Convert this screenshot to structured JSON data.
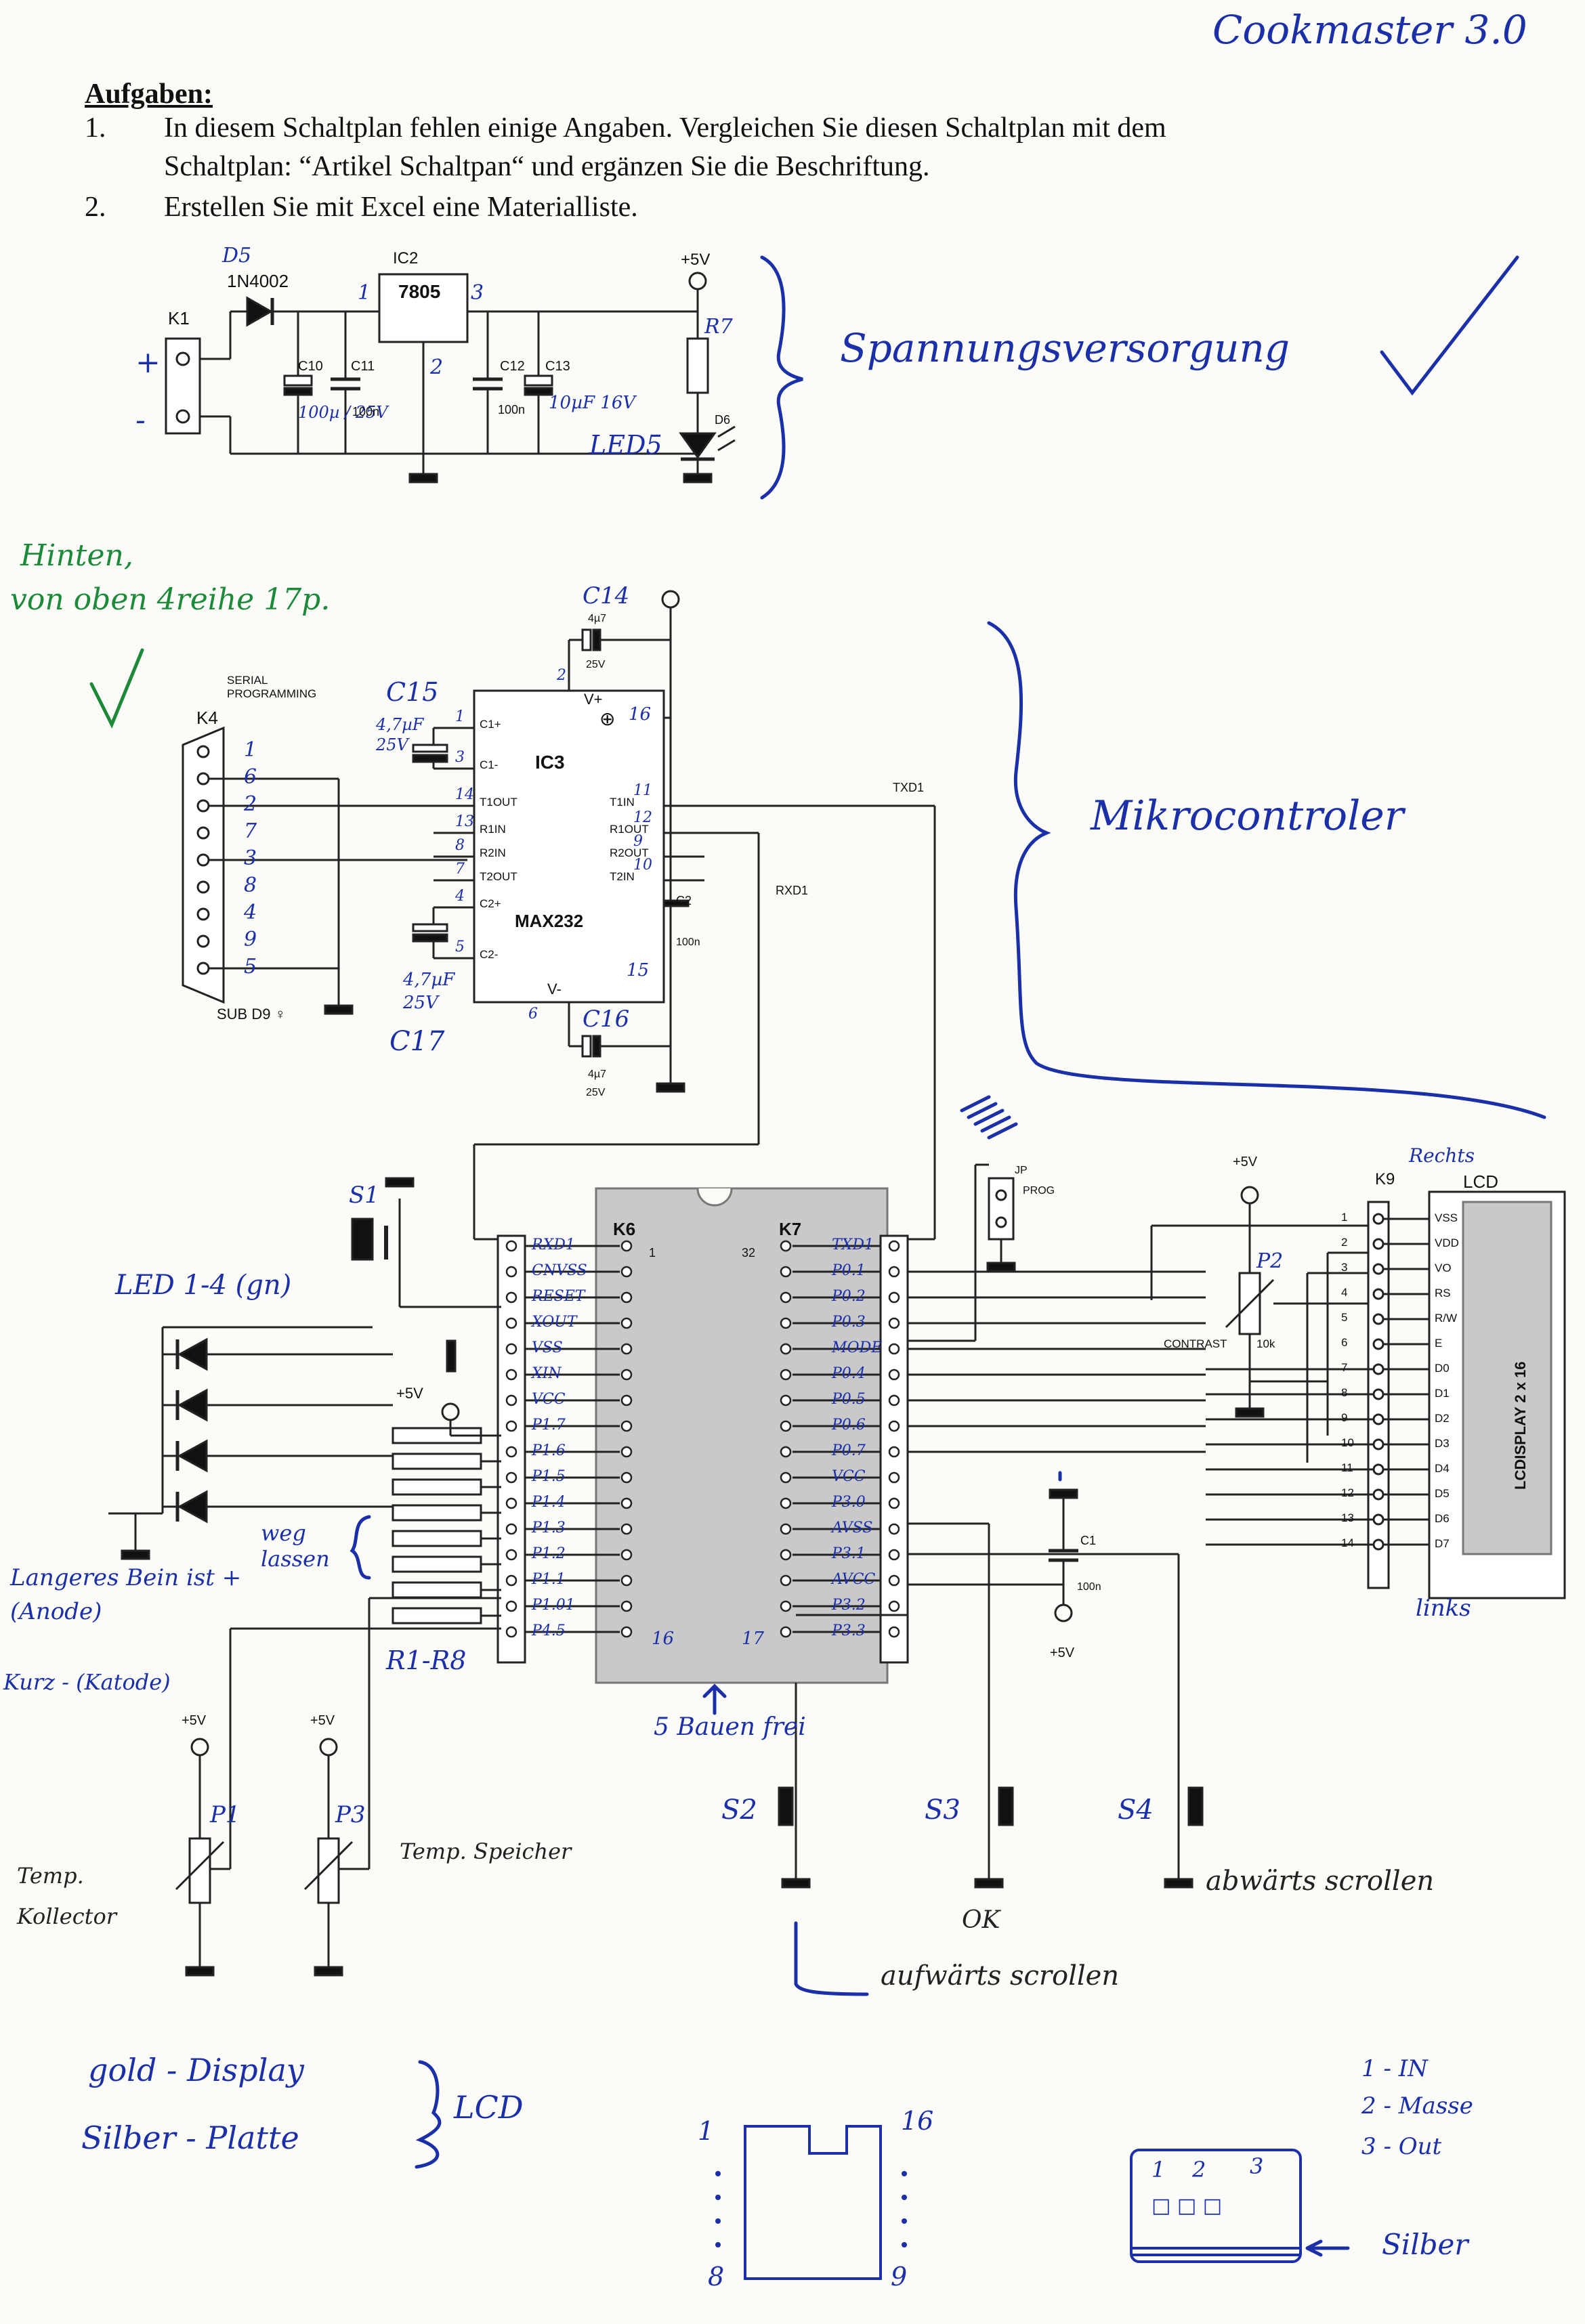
{
  "header": {
    "handwritten_title": "Cookmaster 3.0",
    "task_heading": "Aufgaben:",
    "tasks": [
      {
        "num": "1.",
        "line1": "In diesem Schaltplan fehlen einige Angaben. Vergleichen Sie diesen Schaltplan mit dem",
        "line2": "Schaltplan: “Artikel Schaltpan“ und ergänzen Sie die Beschriftung."
      },
      {
        "num": "2.",
        "line1": "Erstellen Sie mit Excel eine Materialliste."
      }
    ]
  },
  "power_supply": {
    "annotation": "Spannungsversorgung",
    "connector": "K1",
    "diode_printed": "1N4002",
    "diode_handwritten": "D5",
    "regulator_ref": "IC2",
    "regulator": "7805",
    "pin1": "1",
    "pin2": "2",
    "pin3": "3",
    "c10": "C10",
    "c10_hw": "100µ / 25V",
    "c11": "C11",
    "c11_val": "100n",
    "c12": "C12",
    "c12_val": "100n",
    "c13": "C13",
    "c13_hw": "10µF 16V",
    "rail": "+5V",
    "r7": "R7",
    "led_printed": "D6",
    "led_hw": "LED5",
    "plus": "+",
    "minus": "-"
  },
  "microcontroller": {
    "annotation": "Mikrocontroler",
    "green_note_line1": "Hinten,",
    "green_note_line2": "von oben 4reihe 17p.",
    "serial_label_line1": "SERIAL",
    "serial_label_line2": "PROGRAMMING",
    "k4": "K4",
    "k4_pins": [
      "1",
      "6",
      "2",
      "7",
      "3",
      "8",
      "4",
      "9",
      "5"
    ],
    "sub_d9": "SUB D9 ♀",
    "ic3": "IC3",
    "max232": "MAX232",
    "c14": "C14",
    "c14_val": "4µ7",
    "c14_v": "25V",
    "c15": "C15",
    "c15_hw": "4,7µF 25V",
    "c16": "C16",
    "c16_val": "4µ7",
    "c16_v": "25V",
    "c17": "C17",
    "c17_hw": "4,7µF 25V",
    "c2": "C2",
    "c2_val": "100n",
    "txd1": "TXD1",
    "rxd1": "RXD1",
    "ic3_left_pins": [
      "C1+",
      "C1-",
      "T1OUT",
      "R1IN",
      "R2IN",
      "T2OUT",
      "C2+",
      "C2-"
    ],
    "ic3_right_pins": [
      "T1IN",
      "R1OUT",
      "R2OUT",
      "T2IN"
    ],
    "ic3_left_nums": [
      "1",
      "3",
      "14",
      "13",
      "8",
      "7",
      "4",
      "5"
    ],
    "ic3_right_nums": [
      "11",
      "12",
      "9",
      "10"
    ],
    "vplus": "V+",
    "vminus": "V-",
    "pin16": "16",
    "pin15": "15",
    "pin2": "2",
    "pin6": "6"
  },
  "main_board": {
    "s1": "S1",
    "led_note": "LED 1-4 (gn)",
    "weglassen": "weg lassen",
    "langeres_bein": "Langeres Bein ist + (Anode)",
    "kurz": "Kurz - (Katode)",
    "r1_r8": "R1-R8",
    "rail": "+5V",
    "k6": "K6",
    "k7": "K7",
    "k6_pin_first": "1",
    "k6_pin_last": "16",
    "k7_pin_first": "32",
    "k7_pin_last": "17",
    "k6_pins": [
      "RXD1",
      "CNVSS",
      "RESET",
      "XOUT",
      "VSS",
      "XIN",
      "VCC",
      "P1.7",
      "P1.6",
      "P1.5",
      "P1.4",
      "P1.3",
      "P1.2",
      "P1.1",
      "P1.01",
      "P4.5"
    ],
    "k7_pins": [
      "TXD1",
      "P0.1",
      "P0.2",
      "P0.3",
      "MODE",
      "P0.4",
      "P0.5",
      "P0.6",
      "P0.7",
      "VCC",
      "P3.0",
      "AVSS",
      "P3.1",
      "AVCC",
      "P3.2",
      "P3.3"
    ],
    "freed_note": "5 Bauen frei",
    "jp": "JP",
    "prog": "PROG",
    "c1": "C1",
    "c1_val": "100n",
    "p1": "P1",
    "p3": "P3",
    "temp_kollektor": "Temp. Kollector",
    "temp_speicher": "Temp. Speicher",
    "s2": "S2",
    "s3": "S3",
    "s4": "S4",
    "ok": "OK",
    "abwaerts": "abwärts scrollen",
    "aufwaerts": "aufwärts scrollen"
  },
  "lcd": {
    "k9": "K9",
    "rechts": "Rechts",
    "links": "links",
    "title": "LCD",
    "display_label": "LCDISPLAY 2 x 16",
    "pins": [
      "VSS",
      "VDD",
      "VO",
      "RS",
      "R/W",
      "E",
      "D0",
      "D1",
      "D2",
      "D3",
      "D4",
      "D5",
      "D6",
      "D7"
    ],
    "pin_nums": [
      "1",
      "2",
      "3",
      "4",
      "5",
      "6",
      "7",
      "8",
      "9",
      "10",
      "11",
      "12",
      "13",
      "14"
    ],
    "p2": "P2",
    "contrast": "CONTRAST",
    "contrast_val": "10k"
  },
  "bottom_notes": {
    "gold_display": "gold - Display",
    "silber_platte": "Silber - Platte",
    "lcd_hw": "LCD",
    "pin1": "1",
    "pin16": "16",
    "pin8": "8",
    "pin9": "9",
    "reg_pin_notes": [
      "1 - IN",
      "2 - Masse",
      "3 - Out"
    ],
    "reg_nums": [
      "1",
      "2",
      "3"
    ],
    "silber": "Silber"
  }
}
